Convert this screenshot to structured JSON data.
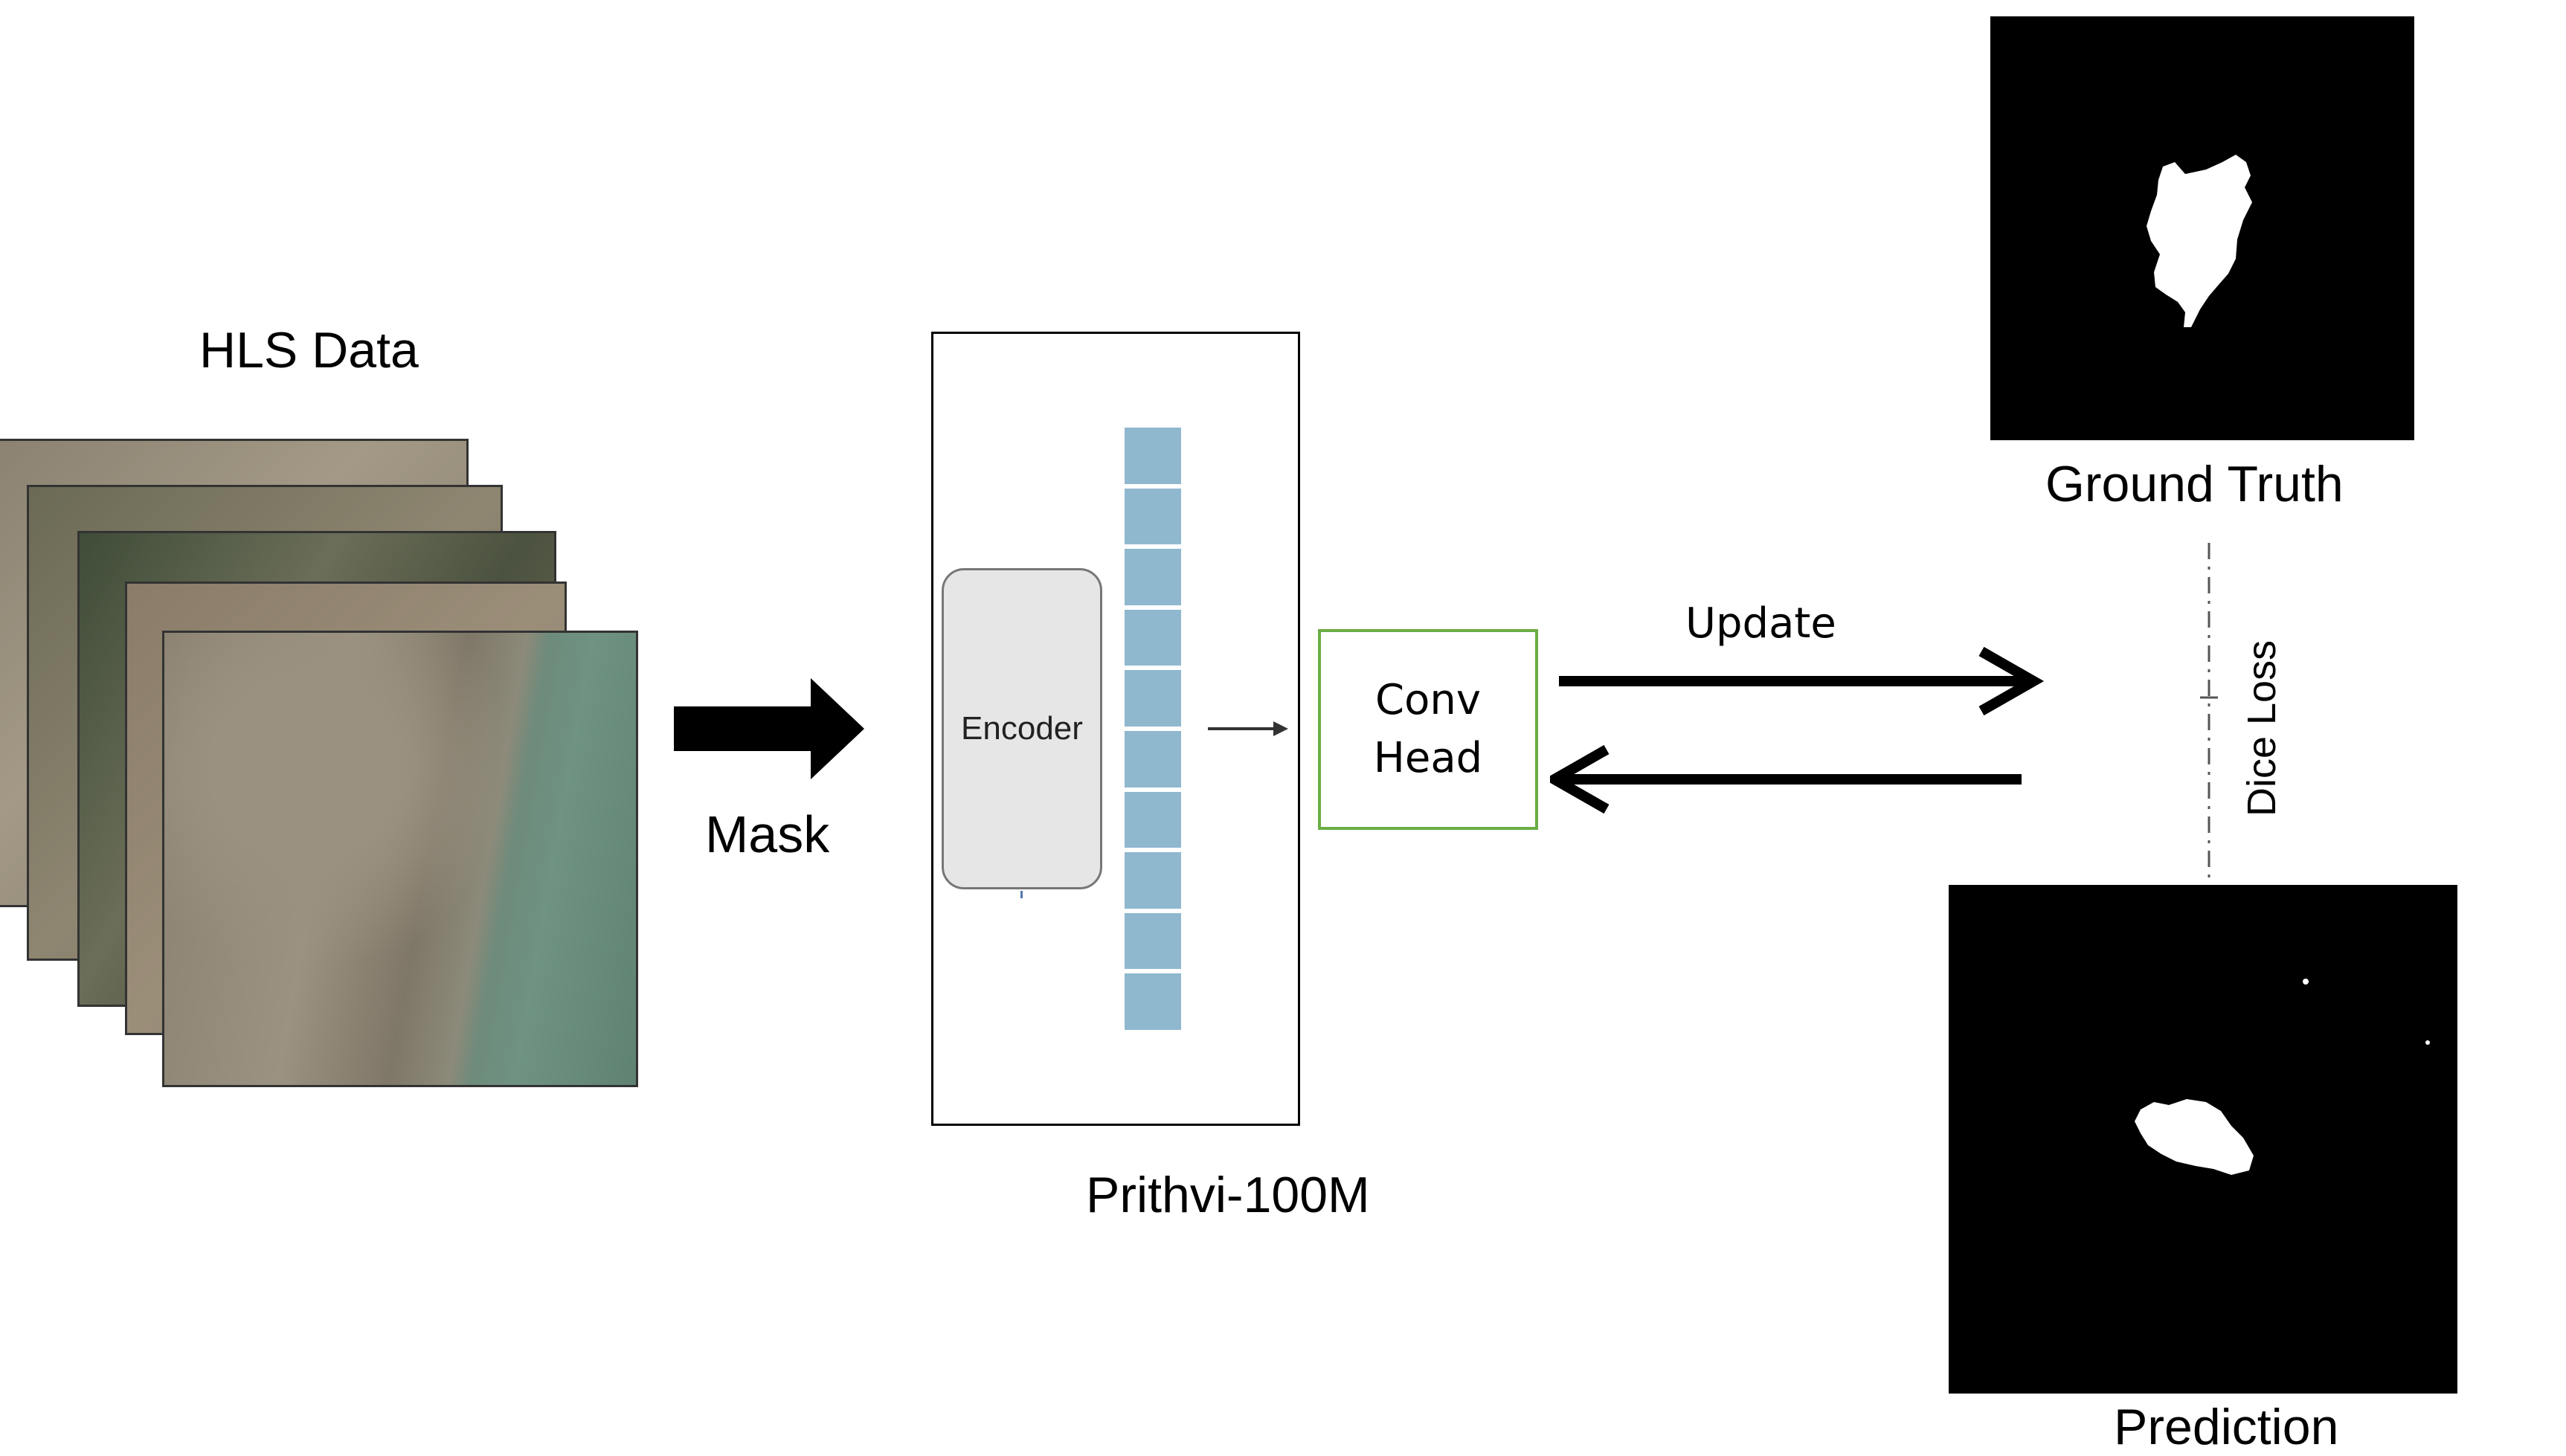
{
  "hls": {
    "label": "HLS Data",
    "image_count": 5
  },
  "mask": {
    "label": "Mask"
  },
  "model": {
    "label": "Prithvi-100M",
    "encoder_label": "Encoder",
    "token_count": 10
  },
  "conv_head": {
    "line1": "Conv",
    "line2": "Head"
  },
  "update": {
    "label": "Update"
  },
  "loss": {
    "label": "Dice Loss"
  },
  "ground_truth": {
    "label": "Ground Truth"
  },
  "prediction": {
    "label": "Prediction"
  },
  "colors": {
    "token": "#8fb8cf",
    "encoder_fill": "#e6e6e6",
    "encoder_border": "#777777",
    "conv_border": "#6aae45",
    "arrow": "#000000"
  }
}
